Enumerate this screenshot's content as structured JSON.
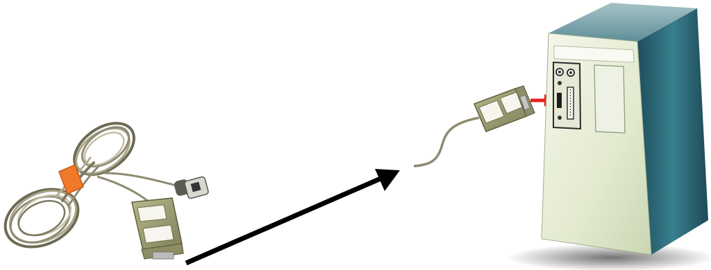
{
  "diagram": {
    "items": [
      {
        "id": "coiled-serial-cable",
        "icon": "coiled-cable-with-db9-connector-icon"
      },
      {
        "id": "direction-arrow",
        "icon": "black-arrow-icon",
        "color": "#000000"
      },
      {
        "id": "cable-with-connector",
        "icon": "db9-connector-icon"
      },
      {
        "id": "port-indicator-arrow",
        "icon": "red-arrow-icon",
        "color": "#e8201a"
      },
      {
        "id": "computer-tower",
        "icon": "computer-tower-icon"
      }
    ],
    "colors": {
      "cable": "#8f8a72",
      "connector": "#9a9a72",
      "band": "#f07a2a",
      "tower_front": "#e6ecd8",
      "tower_side": "#2b6878",
      "tower_top": "#7ea4ac"
    }
  }
}
